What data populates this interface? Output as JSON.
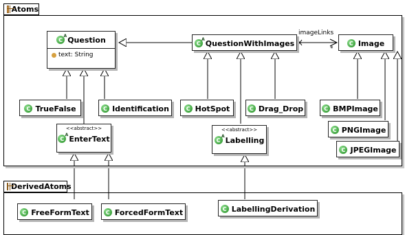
{
  "packages": {
    "atoms": {
      "name": "Atoms"
    },
    "derived": {
      "name": "DerivedAtoms"
    }
  },
  "classes": {
    "question": {
      "name": "Question",
      "attribute": "text: String",
      "icon": "abstract-class-icon"
    },
    "question_with_images": {
      "name": "QuestionWithImages",
      "icon": "abstract-class-icon"
    },
    "image": {
      "name": "Image",
      "icon": "class-icon"
    },
    "true_false": {
      "name": "TrueFalse",
      "icon": "class-icon"
    },
    "identification": {
      "name": "Identification",
      "icon": "class-icon"
    },
    "enter_text": {
      "name": "EnterText",
      "stereotype": "<<abstract>>",
      "icon": "abstract-class-icon"
    },
    "hot_spot": {
      "name": "HotSpot",
      "icon": "class-icon"
    },
    "drag_drop": {
      "name": "Drag_Drop",
      "icon": "class-icon"
    },
    "labelling": {
      "name": "Labelling",
      "stereotype": "<<abstract>>",
      "icon": "abstract-class-icon"
    },
    "bmp_image": {
      "name": "BMPImage",
      "icon": "class-icon"
    },
    "png_image": {
      "name": "PNGImage",
      "icon": "class-icon"
    },
    "jpeg_image": {
      "name": "JPEGImage",
      "icon": "class-icon"
    },
    "free_form_text": {
      "name": "FreeFormText",
      "icon": "class-icon"
    },
    "forced_form_text": {
      "name": "ForcedFormText",
      "icon": "class-icon"
    },
    "labelling_derivation": {
      "name": "LabellingDerivation",
      "icon": "class-icon"
    }
  },
  "association": {
    "label": "imageLinks",
    "multiplicity": "*"
  },
  "colors": {
    "class_icon": "#1e8a1e",
    "package_icon": "#e8a04a",
    "shadow": "#b5b5b5"
  }
}
